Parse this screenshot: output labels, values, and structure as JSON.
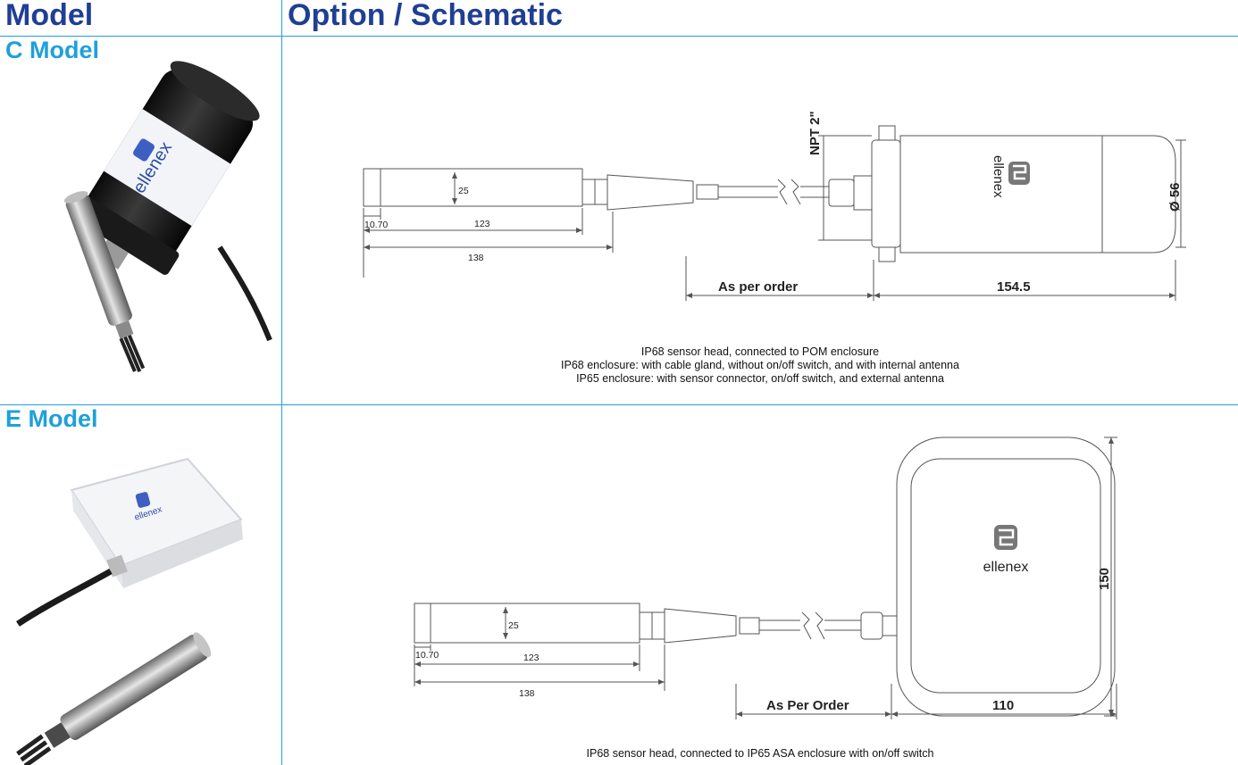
{
  "header": {
    "model_label": "Model",
    "option_label": "Option / Schematic"
  },
  "rows": [
    {
      "model_name": "C Model",
      "product_logo_text": "ellenex",
      "schematic_labels": {
        "thread": "NPT 2\"",
        "height": "25",
        "offset": "10.70",
        "body_length": "123",
        "total_length": "138",
        "cable": "As per order",
        "enclosure_length": "154.5",
        "enclosure_diameter": "Ø 56",
        "logo": "ellenex"
      },
      "caption": [
        "IP68 sensor head, connected to POM enclosure",
        "IP68 enclosure: with cable gland, without on/off switch, and with internal antenna",
        "IP65 enclosure: with sensor connector, on/off switch, and external antenna"
      ]
    },
    {
      "model_name": "E Model",
      "product_logo_text": "ellenex",
      "schematic_labels": {
        "height": "25",
        "offset": "10.70",
        "body_length": "123",
        "total_length": "138",
        "cable": "As Per Order",
        "enclosure_width": "110",
        "enclosure_height": "150",
        "logo": "ellenex"
      },
      "caption": [
        "IP68 sensor head, connected to IP65 ASA enclosure with on/off switch"
      ]
    }
  ]
}
